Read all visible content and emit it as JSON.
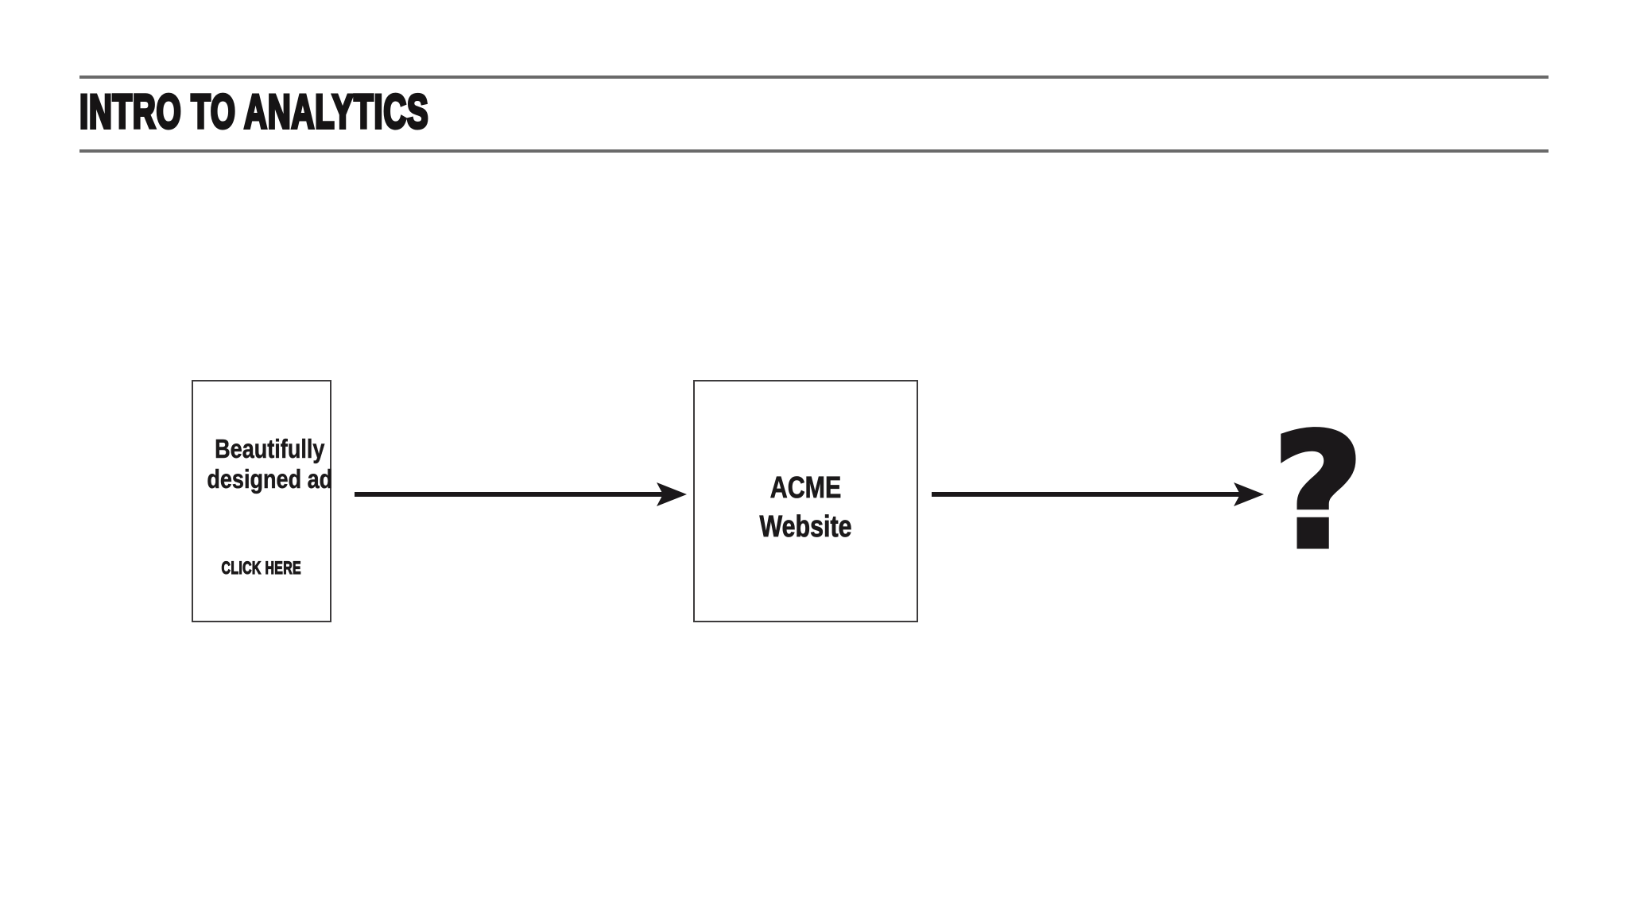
{
  "slide": {
    "title": "INTRO TO ANALYTICS"
  },
  "diagram": {
    "ad_node": {
      "line1": "Beautifully",
      "line2": "designed ad",
      "button_label": "CLICK HERE"
    },
    "website_node": {
      "line1": "ACME",
      "line2": "Website"
    },
    "outcome_node": {
      "symbol": "?"
    }
  },
  "colors": {
    "background": "#ffffff",
    "ink": "#1c1a1b",
    "title_ink": "#161415",
    "header_rule": "#6a6a6a",
    "box_border": "#3d3b3c",
    "arrow": "#1b181a"
  }
}
